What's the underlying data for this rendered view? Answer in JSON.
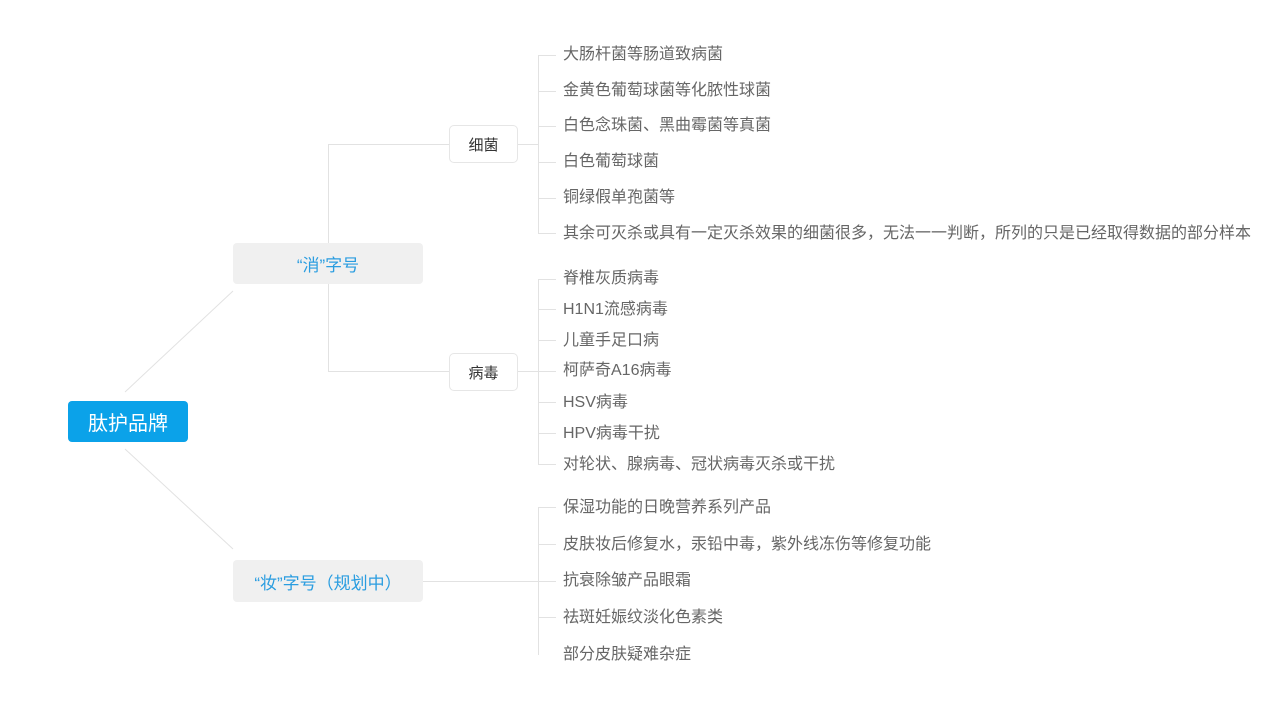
{
  "colors": {
    "root_bg": "#0ba2e9",
    "root_text": "#ffffff",
    "branch_bg": "#f0f0f0",
    "branch_text": "#2a9de0",
    "sub_text": "#333333",
    "leaf_text": "#666666",
    "connector": "#e2e2e2"
  },
  "mindmap": {
    "root": {
      "label": "肽护品牌"
    },
    "branches": [
      {
        "label": "“消”字号",
        "children": [
          {
            "label": "细菌",
            "items": [
              "大肠杆菌等肠道致病菌",
              "金黄色葡萄球菌等化脓性球菌",
              "白色念珠菌、黑曲霉菌等真菌",
              "白色葡萄球菌",
              "铜绿假单孢菌等",
              "其余可灭杀或具有一定灭杀效果的细菌很多，无法一一判断，所列的只是已经取得数据的部分样本"
            ]
          },
          {
            "label": "病毒",
            "items": [
              "脊椎灰质病毒",
              "H1N1流感病毒",
              "儿童手足口病",
              "柯萨奇A16病毒",
              "HSV病毒",
              "HPV病毒干扰",
              "对轮状、腺病毒、冠状病毒灭杀或干扰"
            ]
          }
        ]
      },
      {
        "label": "“妆”字号（规划中）",
        "items": [
          "保湿功能的日晚营养系列产品",
          "皮肤妆后修复水，汞铅中毒，紫外线冻伤等修复功能",
          "抗衰除皱产品眼霜",
          "祛斑妊娠纹淡化色素类",
          "部分皮肤疑难杂症"
        ]
      }
    ]
  }
}
